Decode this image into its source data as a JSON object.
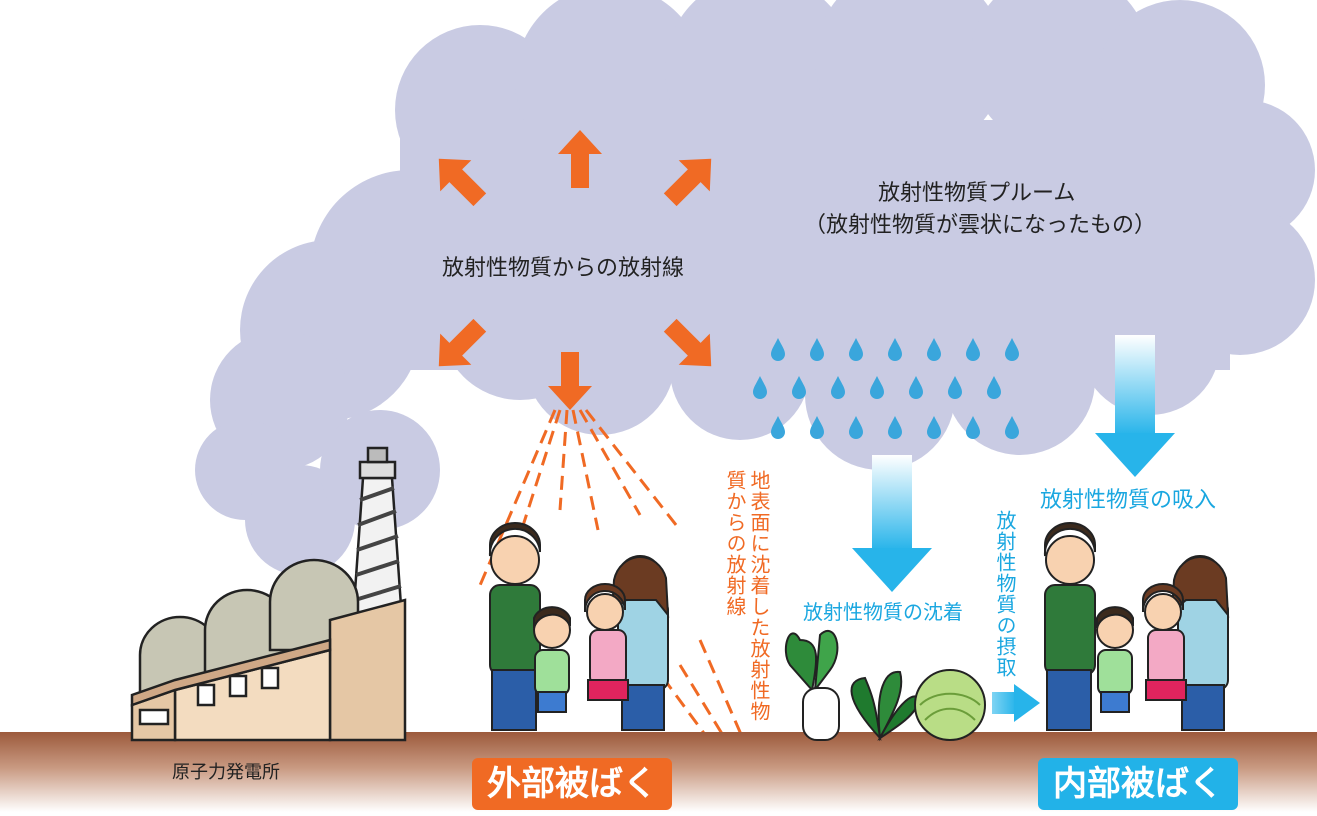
{
  "labels": {
    "plume_title": "放射性物質プルーム",
    "plume_sub": "（放射性物質が雲状になったもの）",
    "radiation_from_material": "放射性物質からの放射線",
    "inhalation": "放射性物質の吸入",
    "deposition": "放射性物質の沈着",
    "ground_radiation": "地表面に沈着した放射性物質からの放射線",
    "ingestion": "放射性物質の摂取",
    "plant": "原子力発電所",
    "external_exposure": "外部被ばく",
    "internal_exposure": "内部被ばく"
  },
  "colors": {
    "cloud": "#c9cbe3",
    "orange": "#f06a24",
    "blue": "#22b2e8",
    "ground": "#a8684a",
    "text": "#222222"
  }
}
